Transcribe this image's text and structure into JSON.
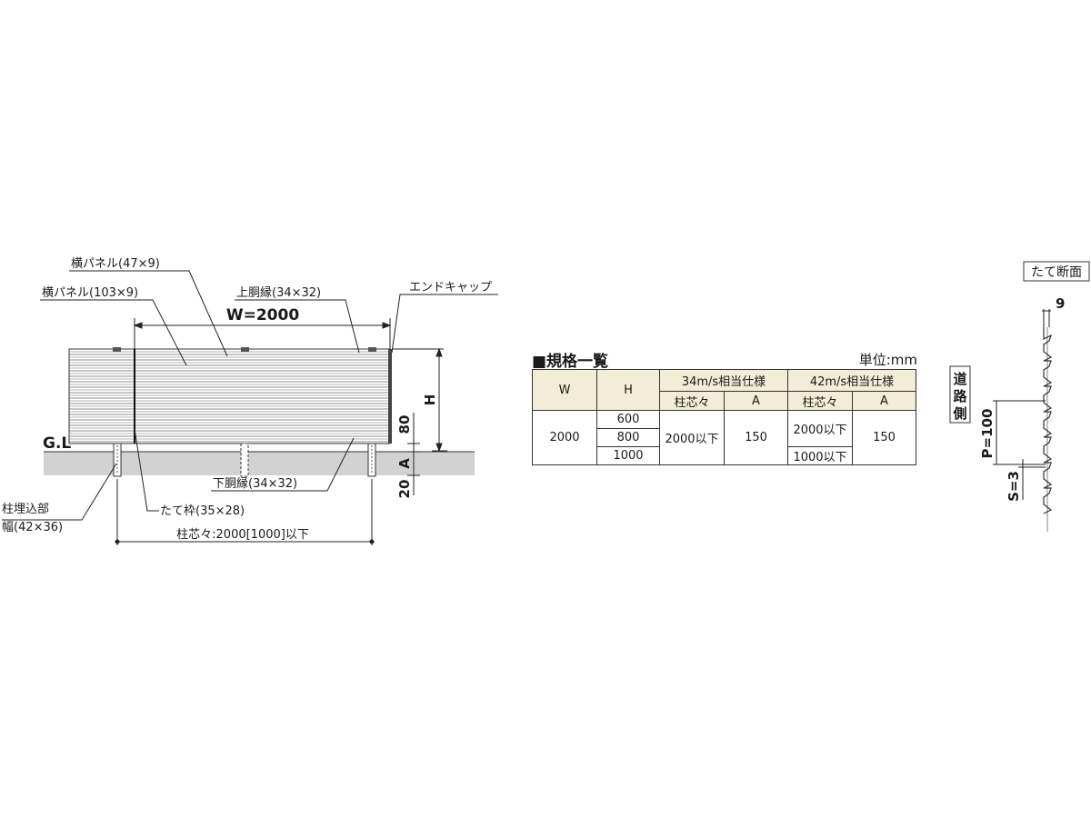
{
  "labels": {
    "panel_47": "横パネル(47×9)",
    "panel_103": "横パネル(103×9)",
    "top_rail": "上胴縁(34×32)",
    "end_cap": "エンドキャップ",
    "width": "W=2000",
    "height": "H",
    "dim_80": "80",
    "dim_a": "A",
    "dim_20": "20",
    "gl": "G.L",
    "bottom_rail": "下胴縁(34×32)",
    "vertical_frame": "たて枠(35×28)",
    "post_embed_1": "柱埋込部",
    "post_embed_2": "幅(42×36)",
    "post_pitch": "柱芯々:2000[1000]以下"
  },
  "spec": {
    "title": "■規格一覧",
    "unit": "単位:mm",
    "col_w": "W",
    "col_h": "H",
    "grp_34": "34m/s相当仕様",
    "grp_42": "42m/s相当仕様",
    "pitch": "柱芯々",
    "a": "A",
    "w_value": "2000",
    "h_values": [
      "600",
      "800",
      "1000"
    ],
    "p34": "2000以下",
    "a34": "150",
    "p42_a": "2000以下",
    "p42_b": "1000以下",
    "a42": "150"
  },
  "section": {
    "title": "たて断面",
    "thickness": "9",
    "road_side": "道路側",
    "pitch": "P=100",
    "gap": "S=3"
  },
  "colors": {
    "ground": "#d2d2d2",
    "panel_line": "#6a6a6a",
    "header_fill": "#f3ecd7"
  }
}
